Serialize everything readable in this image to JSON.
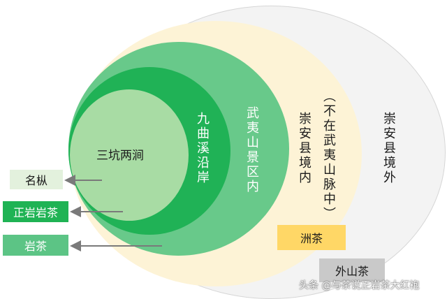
{
  "diagram": {
    "regions": {
      "sankeng": "三坑两涧",
      "jiuqu": "九曲溪沿岸",
      "wuyi": "武夷山景区内",
      "outside_wuyi_line1": "（不在武夷山脉中）",
      "outside_wuyi_line2": "崇安县境内",
      "outside_county": "崇安县境外"
    },
    "teas": {
      "zhou": "洲茶",
      "waishan": "外山茶",
      "mingcong": "名枞",
      "zhengyan": "正岩岩茶",
      "yancha": "岩茶"
    },
    "watermark": "头条 @与茶说正岩茶大红袍",
    "colors": {
      "outer": "#f3f3f3",
      "middle": "#fdf3d6",
      "wuyi": "#68c98a",
      "jiuqu": "#20b256",
      "sankeng": "#a8dca4",
      "zhou_box": "#ffd766",
      "waishan_box": "#c9c9c9",
      "arrow": "#7a7a7a"
    }
  }
}
